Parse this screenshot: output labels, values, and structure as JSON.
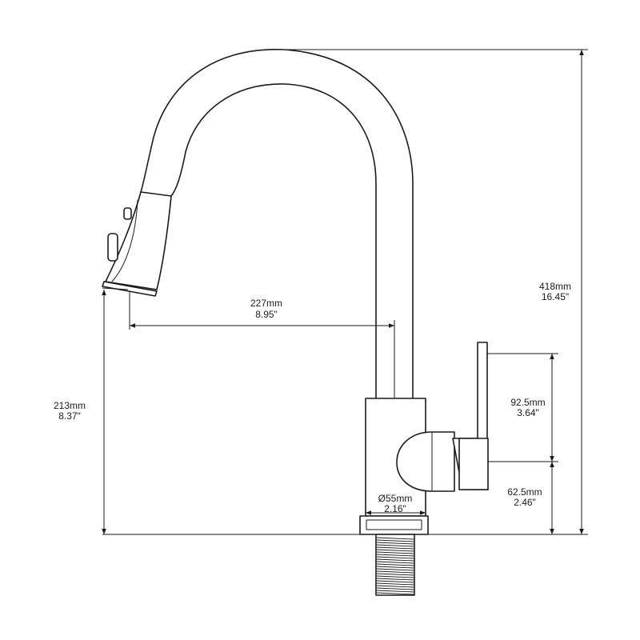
{
  "dimensions": {
    "total_height": {
      "metric": "418mm",
      "imperial": "16.45\""
    },
    "spout_height": {
      "metric": "213mm",
      "imperial": "8.37\""
    },
    "spout_reach": {
      "metric": "227mm",
      "imperial": "8.95\""
    },
    "handle_height": {
      "metric": "92.5mm",
      "imperial": "3.64\""
    },
    "handle_base": {
      "metric": "62.5mm",
      "imperial": "2.46\""
    },
    "base_diameter": {
      "metric": "Ø55mm",
      "imperial": "2.16\""
    }
  }
}
